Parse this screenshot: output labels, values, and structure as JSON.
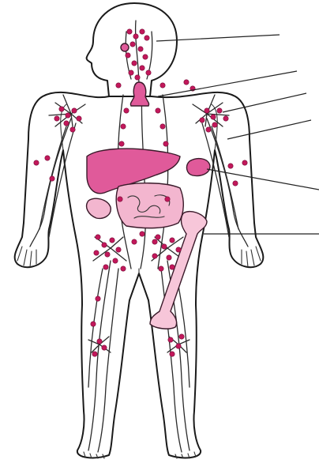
{
  "diagram": {
    "colors": {
      "outline": "#1a1a1a",
      "node": "#c2185b",
      "organ": "#e05a9a",
      "organ_light": "#f3b6cf",
      "bone": "#f7c6d9",
      "background": "#ffffff"
    },
    "labels": [
      {
        "id": "label-1-leader",
        "text": ""
      },
      {
        "id": "label-2-leader",
        "text": ""
      },
      {
        "id": "label-3-leader",
        "text": ""
      },
      {
        "id": "label-4-leader",
        "text": ""
      },
      {
        "id": "label-5-leader",
        "text": ""
      },
      {
        "id": "label-6-leader",
        "text": ""
      }
    ]
  }
}
